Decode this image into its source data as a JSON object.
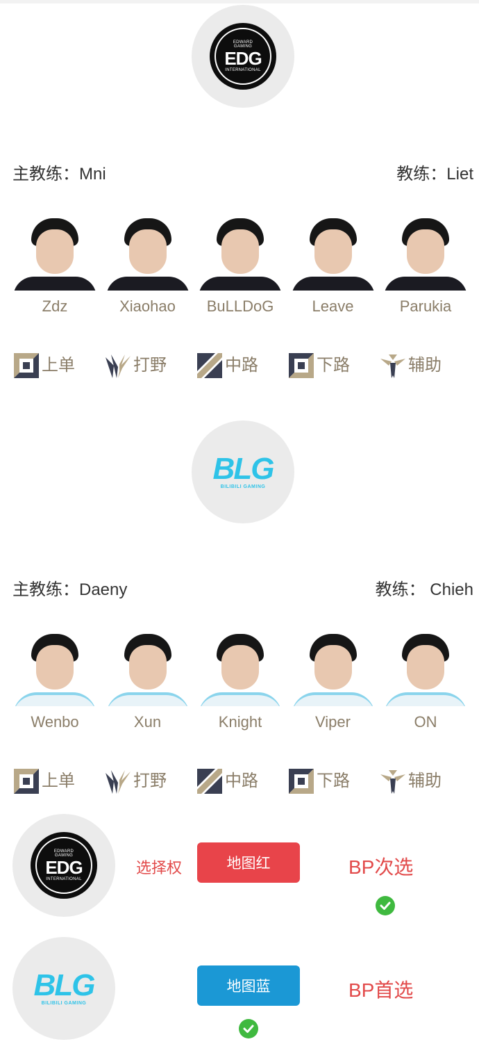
{
  "team1": {
    "logo": {
      "top": "EDWARD",
      "mid_small": "GAMING",
      "main": "EDG",
      "bottom": "INTERNATIONAL"
    },
    "head_coach": "主教练：Mni",
    "coach": "教练：Liet",
    "players": [
      "Zdz",
      "Xiaohao",
      "BuLLDoG",
      "Leave",
      "Parukia"
    ],
    "roles": [
      "上单",
      "打野",
      "中路",
      "下路",
      "辅助"
    ]
  },
  "team2": {
    "logo": {
      "main": "BLG",
      "sub": "BILIBILI GAMING"
    },
    "head_coach": "主教练：Daeny",
    "coach": "教练： Chieh",
    "players": [
      "Wenbo",
      "Xun",
      "Knight",
      "Viper",
      "ON"
    ],
    "roles": [
      "上单",
      "打野",
      "中路",
      "下路",
      "辅助"
    ]
  },
  "selection": {
    "row1": {
      "label": "选择权",
      "button": "地图红",
      "bp": "BP次选"
    },
    "row2": {
      "button": "地图蓝",
      "bp": "BP首选"
    }
  },
  "colors": {
    "accent_gold": "#8a7d68",
    "red": "#e8444a",
    "blue": "#1b98d5",
    "check_green": "#3fb93f",
    "blg_cyan": "#2ec3e8",
    "blg_pink": "#f08aa0"
  }
}
